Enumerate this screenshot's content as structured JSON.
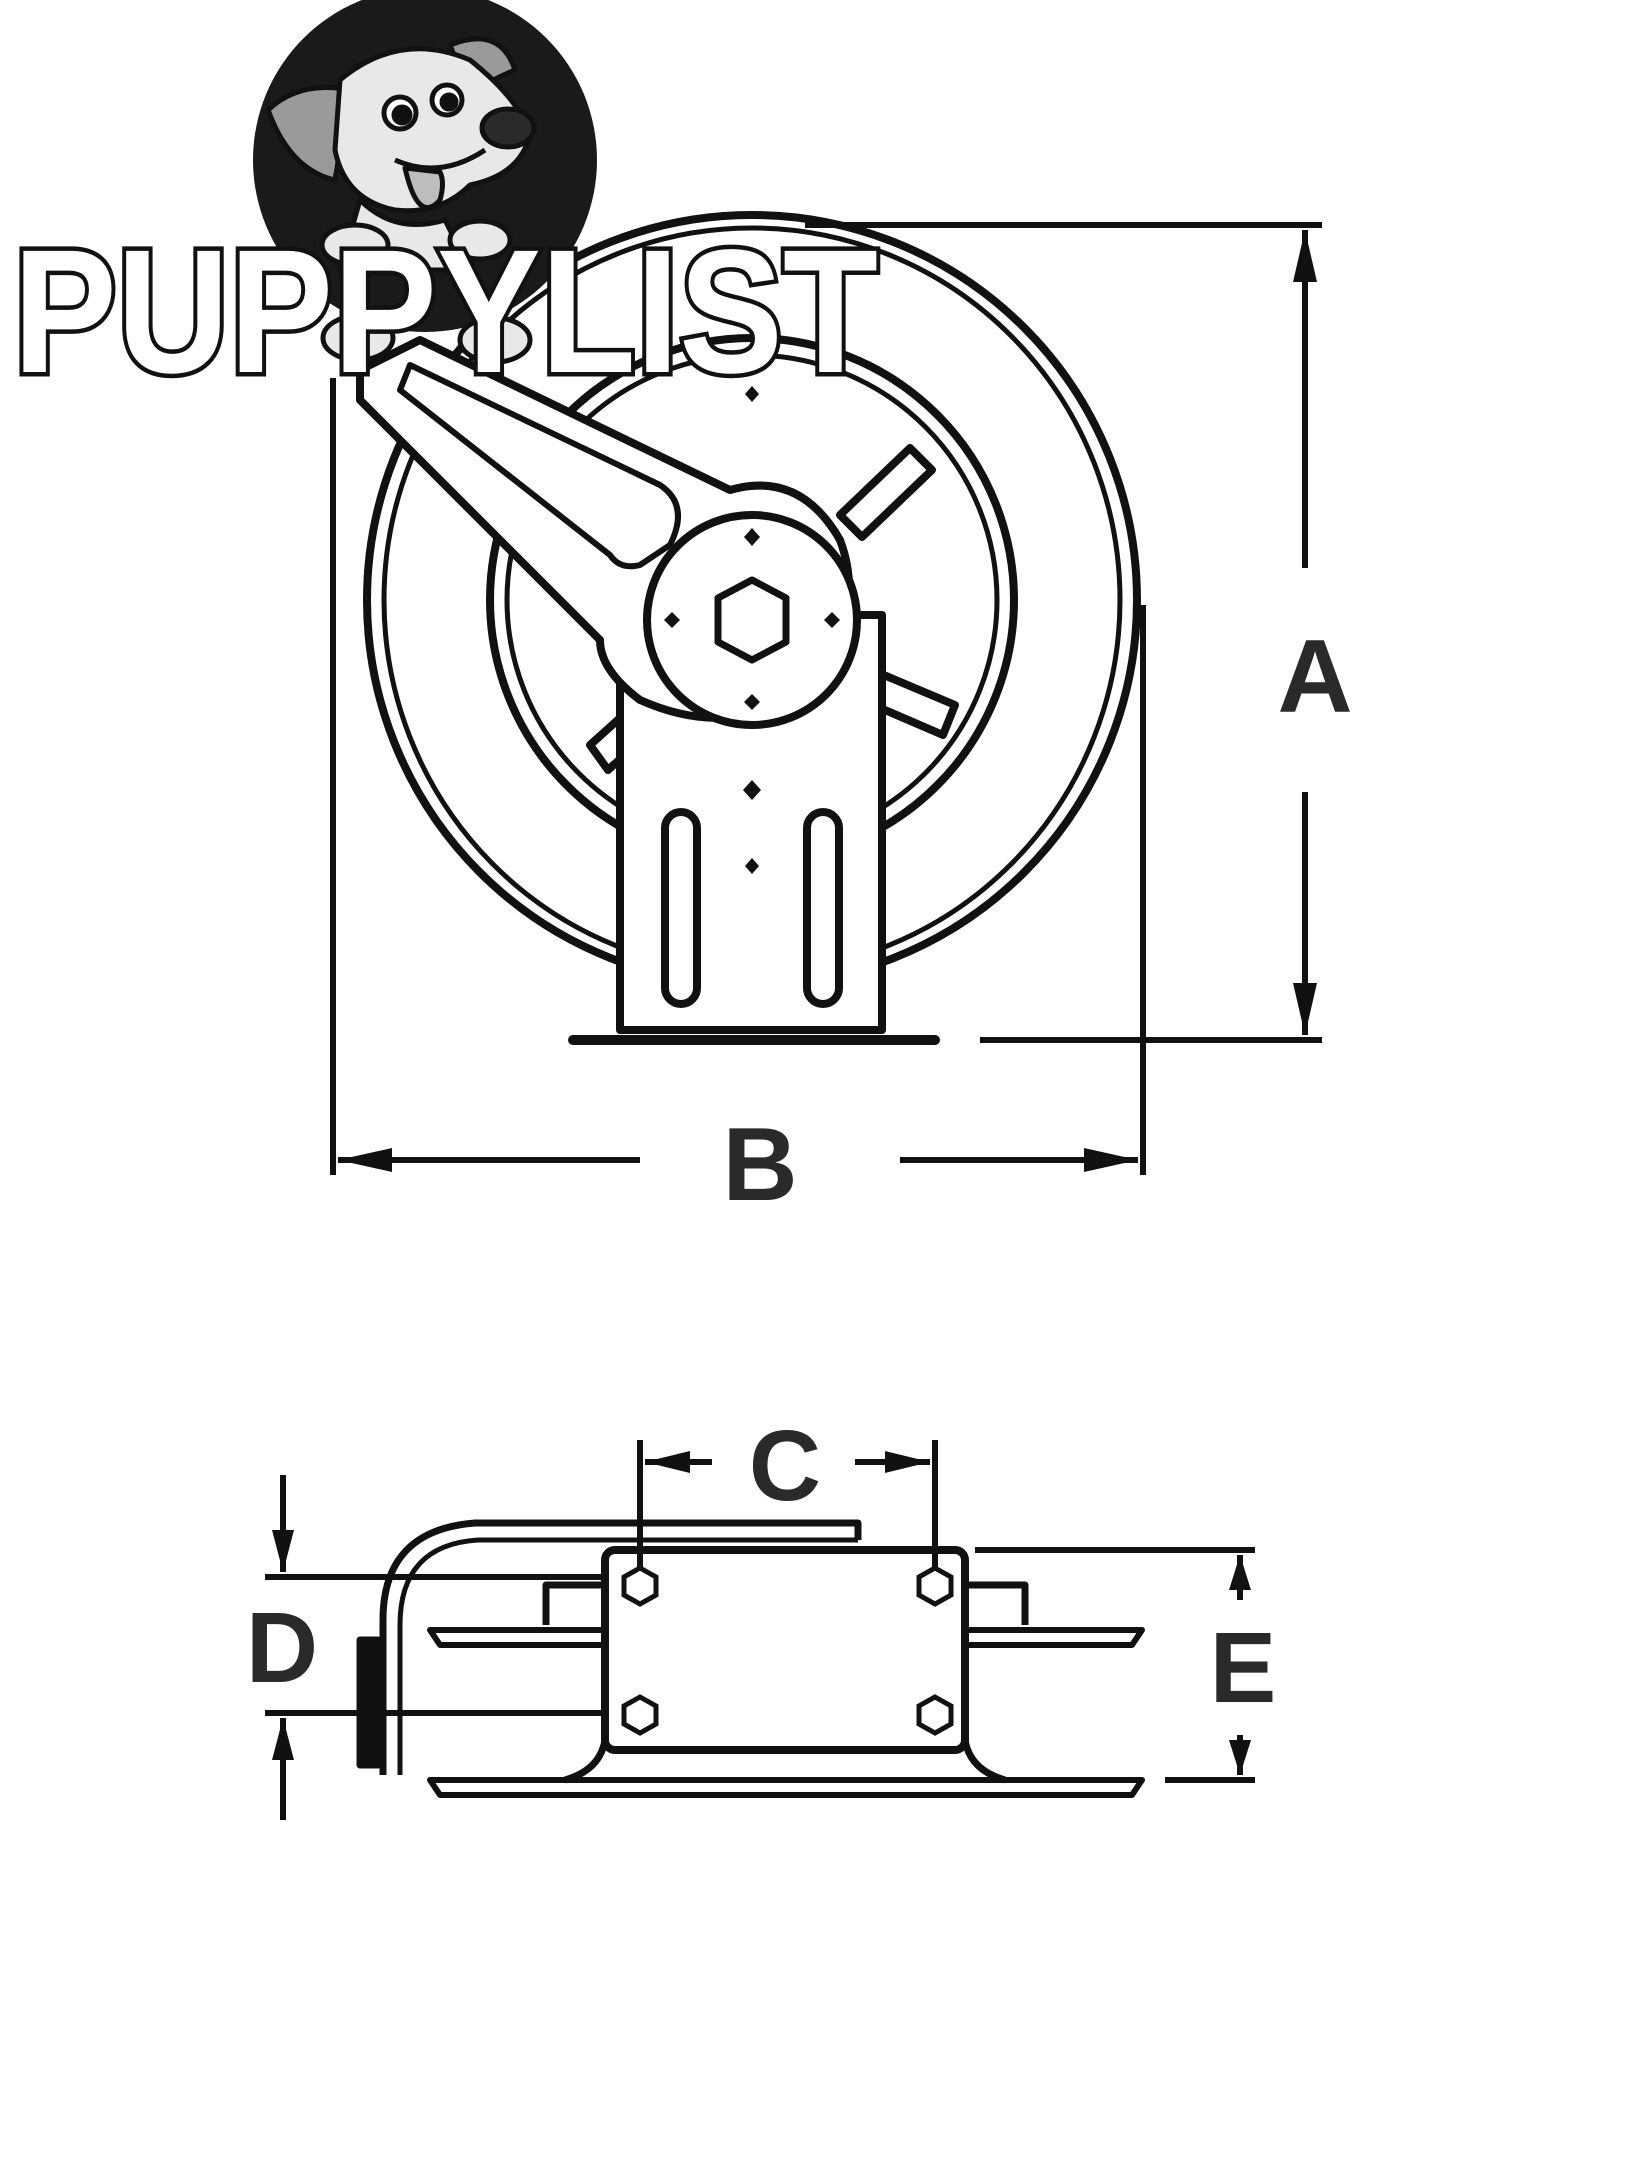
{
  "logo": {
    "text": "PUPPYLIST",
    "mascot": "dog-mascot"
  },
  "dimensions": {
    "a": "A",
    "b": "B",
    "c": "C",
    "d": "D",
    "e": "E"
  },
  "colors": {
    "line": "#111111",
    "label": "#2a2a2a",
    "logo_fill": "#ffffff",
    "logo_outline": "#111111",
    "badge": "#1a1a1a"
  }
}
